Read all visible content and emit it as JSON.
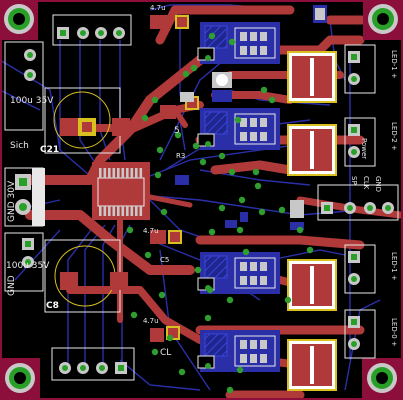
{
  "board": {
    "background": "#000000",
    "colors": {
      "top_copper": "#b0393a",
      "bottom_copper": "#2a2fa8",
      "pad": "#c8c8c8",
      "pad_hole": "#28a028",
      "via": "#2e9e2e",
      "silk": "#e8e8e8",
      "border": "#8c0e3a",
      "polarity": "#d8c020",
      "ground_plane": "#2b33c8"
    }
  },
  "labels": {
    "sich": "Sich",
    "c21": "C21",
    "gnd_30v": "GND  30V",
    "gnd_left": "GND",
    "cap_100u_35v_top": "100u 35V",
    "cap_100u_35v_bottom": "100u 35V",
    "c8": "C8",
    "cap_47u_top": "4.7u",
    "cap_47u_mid": "4.7u",
    "cap_47u_bottom": "4.7u",
    "cl": "CL",
    "r5": "5",
    "ref_r3": "R3",
    "ref_c5": "C5",
    "led_1": "LED-1 +",
    "led_2": "LED-2 +",
    "led_3": "LED-1 +",
    "led_4": "LED-0 +",
    "sig_clk": "CLK",
    "sig_sp": "SP",
    "sig_gnd": "GND",
    "power": "Power"
  }
}
